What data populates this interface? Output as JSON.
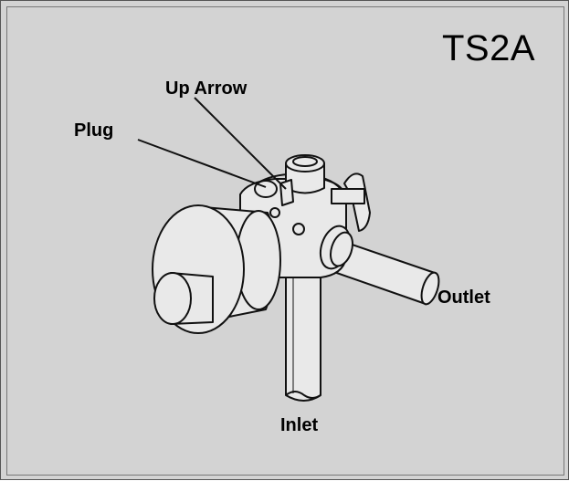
{
  "diagram": {
    "title": "TS2A",
    "labels": {
      "up_arrow": "Up Arrow",
      "plug": "Plug",
      "outlet": "Outlet",
      "inlet": "Inlet"
    },
    "colors": {
      "background": "#d3d3d3",
      "part_fill": "#e9e9e9",
      "stroke": "#111111"
    }
  }
}
